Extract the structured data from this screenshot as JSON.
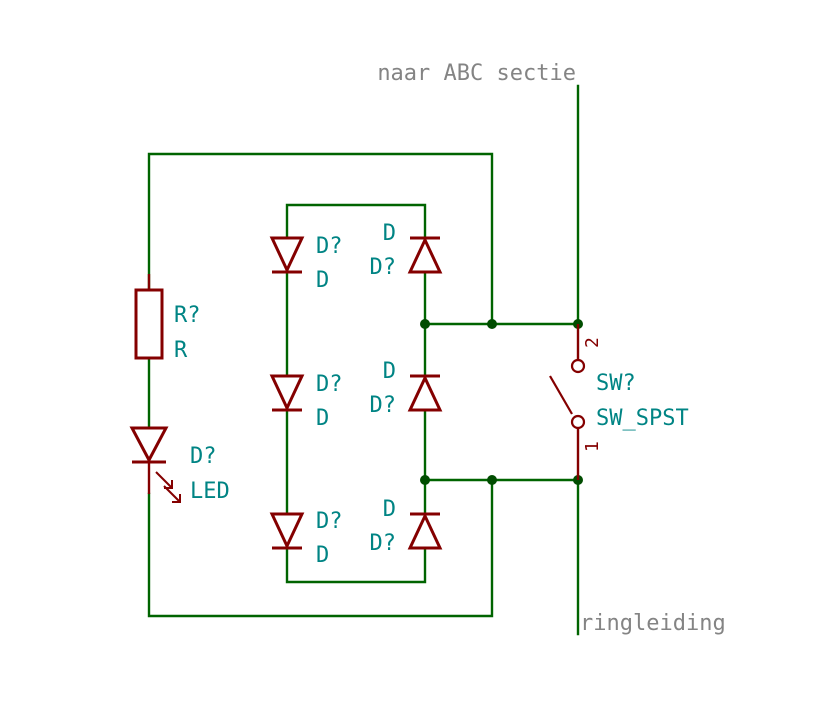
{
  "colors": {
    "wire": "#006400",
    "component": "#840000",
    "text": "#008484",
    "label": "#848484"
  },
  "net_labels": {
    "top": "naar ABC sectie",
    "bottom": "ringleiding"
  },
  "resistor": {
    "ref": "R?",
    "value": "R"
  },
  "led": {
    "ref": "D?",
    "value": "LED"
  },
  "switch": {
    "ref": "SW?",
    "value": "SW_SPST",
    "pin1": "1",
    "pin2": "2"
  },
  "diodes_left": [
    {
      "ref": "D?",
      "value": "D"
    },
    {
      "ref": "D?",
      "value": "D"
    },
    {
      "ref": "D?",
      "value": "D"
    }
  ],
  "diodes_right": [
    {
      "ref": "D?",
      "value": "D"
    },
    {
      "ref": "D?",
      "value": "D"
    },
    {
      "ref": "D?",
      "value": "D"
    }
  ]
}
